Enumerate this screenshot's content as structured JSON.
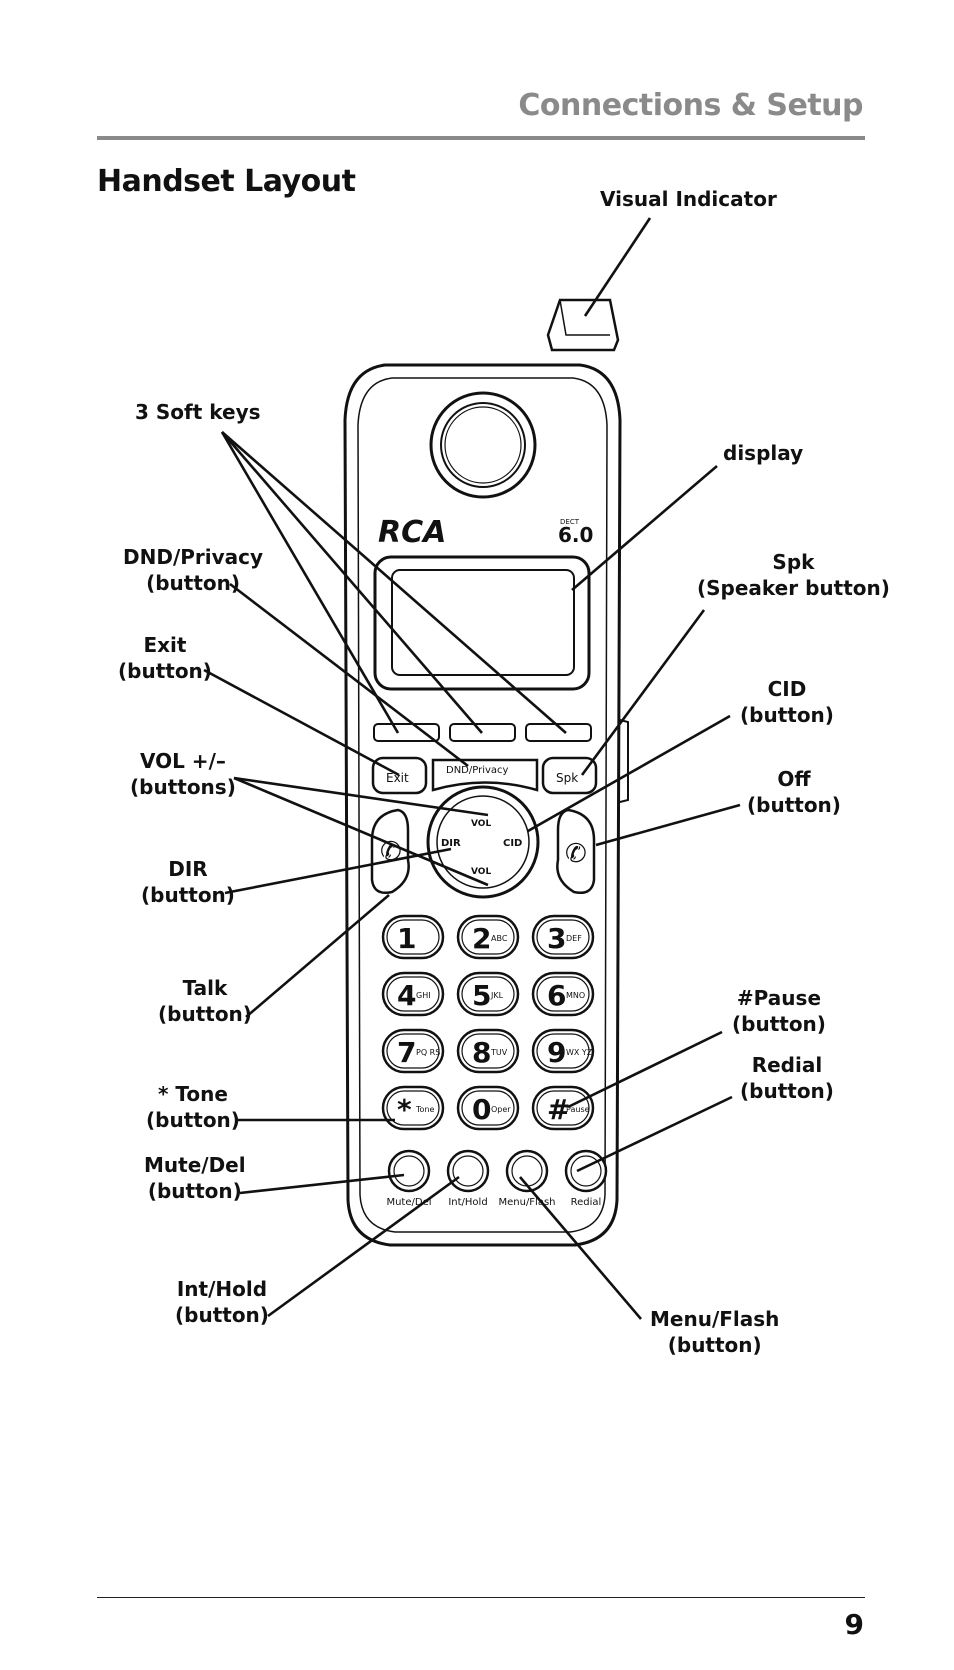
{
  "header": {
    "section_title": "Connections & Setup"
  },
  "page_heading": "Handset Layout",
  "callouts": {
    "visual_indicator": [
      "Visual Indicator"
    ],
    "soft_keys": [
      "3 Soft keys"
    ],
    "display": [
      "display"
    ],
    "dnd_privacy": [
      "DND/Privacy",
      "(button)"
    ],
    "spk": [
      "Spk",
      "(Speaker button)"
    ],
    "exit": [
      "Exit",
      "(button)"
    ],
    "cid": [
      "CID",
      "(button)"
    ],
    "vol": [
      "VOL +/–",
      "(buttons)"
    ],
    "off": [
      "Off",
      "(button)"
    ],
    "dir": [
      "DIR",
      "(button)"
    ],
    "talk": [
      "Talk",
      "(button)"
    ],
    "pause": [
      "#Pause",
      "(button)"
    ],
    "redial": [
      "Redial",
      "(button)"
    ],
    "tone": [
      "* Tone",
      "(button)"
    ],
    "mute_del": [
      "Mute/Del",
      "(button)"
    ],
    "int_hold": [
      "Int/Hold",
      "(button)"
    ],
    "menu_flash": [
      "Menu/Flash",
      "(button)"
    ]
  },
  "handset": {
    "brand": "RCA",
    "dect_small": "DECT",
    "dect_version": "6.0",
    "keys": {
      "exit": "Exit",
      "dnd_privacy": "DND/Privacy",
      "spk": "Spk",
      "vol": "VOL",
      "dir": "DIR",
      "cid": "CID"
    },
    "keypad": [
      {
        "digit": "1",
        "letters": ""
      },
      {
        "digit": "2",
        "letters": "ABC"
      },
      {
        "digit": "3",
        "letters": "DEF"
      },
      {
        "digit": "4",
        "letters": "GHI"
      },
      {
        "digit": "5",
        "letters": "JKL"
      },
      {
        "digit": "6",
        "letters": "MNO"
      },
      {
        "digit": "7",
        "letters": "PQ RS"
      },
      {
        "digit": "8",
        "letters": "TUV"
      },
      {
        "digit": "9",
        "letters": "WX YZ"
      },
      {
        "digit": "*",
        "letters": "Tone"
      },
      {
        "digit": "0",
        "letters": "Oper"
      },
      {
        "digit": "#",
        "letters": "Pause"
      }
    ],
    "bottom_buttons": [
      "Mute/Del",
      "Int/Hold",
      "Menu/Flash",
      "Redial"
    ]
  },
  "page_number": "9"
}
